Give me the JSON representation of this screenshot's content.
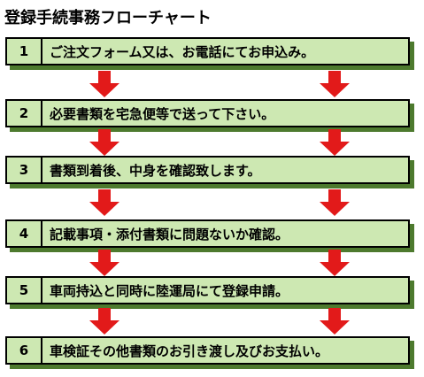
{
  "title": "登録手続事務フローチャート",
  "colors": {
    "box_fill": "#cde8b2",
    "box_shadow": "#4d7a2e",
    "arrow": "#e21a1a"
  },
  "steps": [
    {
      "num": "1",
      "text": "ご注文フォーム又は、お電話にてお申込み。"
    },
    {
      "num": "2",
      "text": "必要書類を宅急便等で送って下さい。"
    },
    {
      "num": "3",
      "text": "書類到着後、中身を確認致します。"
    },
    {
      "num": "4",
      "text": "記載事項・添付書類に問題ないか確認。"
    },
    {
      "num": "5",
      "text": "車両持込と同時に陸運局にて登録申請。"
    },
    {
      "num": "6",
      "text": "車検証その他書類のお引き渡し及びお支払い。"
    }
  ]
}
